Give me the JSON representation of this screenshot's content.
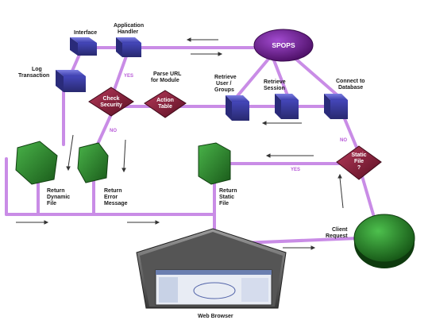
{
  "colors": {
    "connector": "#c98ce6",
    "blue_box": "#4d4fc9",
    "red_diamond": "#8e1f3b",
    "green_cube": "#2f8a2f",
    "spops": "#6a1a8a",
    "yes_label": "#b85ad8",
    "no_label": "#b85ad8"
  },
  "labels": {
    "interface": "Interface",
    "application_handler": [
      "Application",
      "Handler"
    ],
    "log_transaction": [
      "Log",
      "Transaction"
    ],
    "spops": "SPOPS",
    "parse_url": [
      "Parse URL",
      "for Module"
    ],
    "retrieve_user_groups": [
      "Retrieve",
      "User /",
      "Groups"
    ],
    "retrieve_session": [
      "Retrieve",
      "Session"
    ],
    "connect_to_database": [
      "Connect to",
      "Database"
    ],
    "check_security": [
      "Check",
      "Security"
    ],
    "action_table": [
      "Action",
      "Table"
    ],
    "static_file": [
      "Static",
      "File",
      "?"
    ],
    "return_dynamic_file": [
      "Return",
      "Dynamic",
      "File"
    ],
    "return_error_message": [
      "Return",
      "Error",
      "Message"
    ],
    "return_static_file": [
      "Return",
      "Static",
      "File"
    ],
    "client_request": [
      "Client",
      "Request"
    ],
    "web_browser": "Web Browser",
    "yes_1": "YES",
    "no_1": "NO",
    "yes_2": "YES",
    "no_2": "NO"
  },
  "icons": {
    "blue_box": "blue-box-icon",
    "red_diamond": "red-diamond-icon",
    "green_cube": "green-cube-icon",
    "spops_ellipse": "purple-ellipse-icon",
    "client_disc": "green-disc-icon",
    "monitor": "monitor-icon"
  }
}
